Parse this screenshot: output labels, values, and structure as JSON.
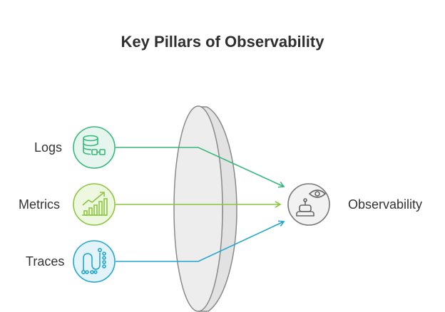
{
  "title": "Key Pillars of Observability",
  "pillars": [
    {
      "label": "Logs",
      "icon": "database-icon",
      "color": "#37b87c",
      "fill": "#e6f6ee"
    },
    {
      "label": "Metrics",
      "icon": "bar-chart-icon",
      "color": "#8cc63f",
      "fill": "#eef7df"
    },
    {
      "label": "Traces",
      "icon": "trace-path-icon",
      "color": "#23a7cf",
      "fill": "#e2f3fa"
    }
  ],
  "target": {
    "label": "Observability",
    "icon": "eye-robot-icon",
    "color": "#777777",
    "fill": "#f2f2f2"
  },
  "lens": {
    "icon": "lens-icon",
    "fill": "#ededed",
    "stroke": "#8a8a8a"
  }
}
